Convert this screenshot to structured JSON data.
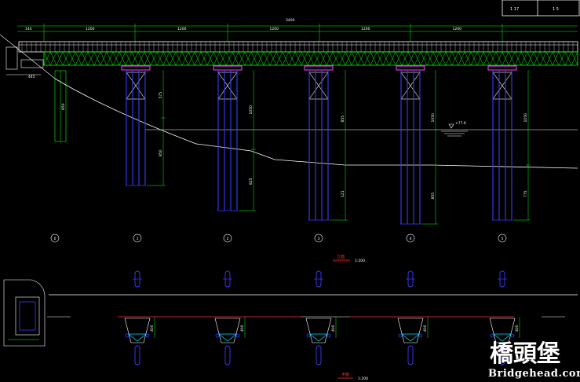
{
  "title_block": {
    "cell_1": "1 17",
    "cell_2": "1 5"
  },
  "dimensions": {
    "overall_length": "3400",
    "left_end": "144",
    "spans": [
      "1200",
      "1200",
      "1200",
      "1200",
      "1200"
    ],
    "abutment_width": "445",
    "abutment_depth": "850"
  },
  "pier_depths": [
    {
      "upper": "575",
      "lower": "850"
    },
    {
      "upper": "1050",
      "lower": "825"
    },
    {
      "upper": "855",
      "lower": "121"
    },
    {
      "upper": "1050",
      "lower": "855"
    },
    {
      "upper": "1050",
      "lower": "775"
    }
  ],
  "axis_labels": [
    "0",
    "1",
    "2",
    "3",
    "4",
    "5"
  ],
  "water_level": "+77.6",
  "elevation_view_title": "立面",
  "elevation_view_scale": "1:200",
  "plan_view_title": "平面",
  "plan_view_scale": "1:200",
  "plan_dims": [
    "400",
    "400",
    "400",
    "400",
    "400"
  ],
  "watermark": {
    "cn": "橋頭堡",
    "en": "Bridgehead.com.cn"
  },
  "colors": {
    "background": "#000000",
    "truss": "#00ff00",
    "pile": "#3b3bff",
    "cap": "#ff40ff",
    "dim_line": "#00ff00",
    "outline": "#ffffff",
    "accent": "#ff3030",
    "cyan": "#00e5ff"
  }
}
